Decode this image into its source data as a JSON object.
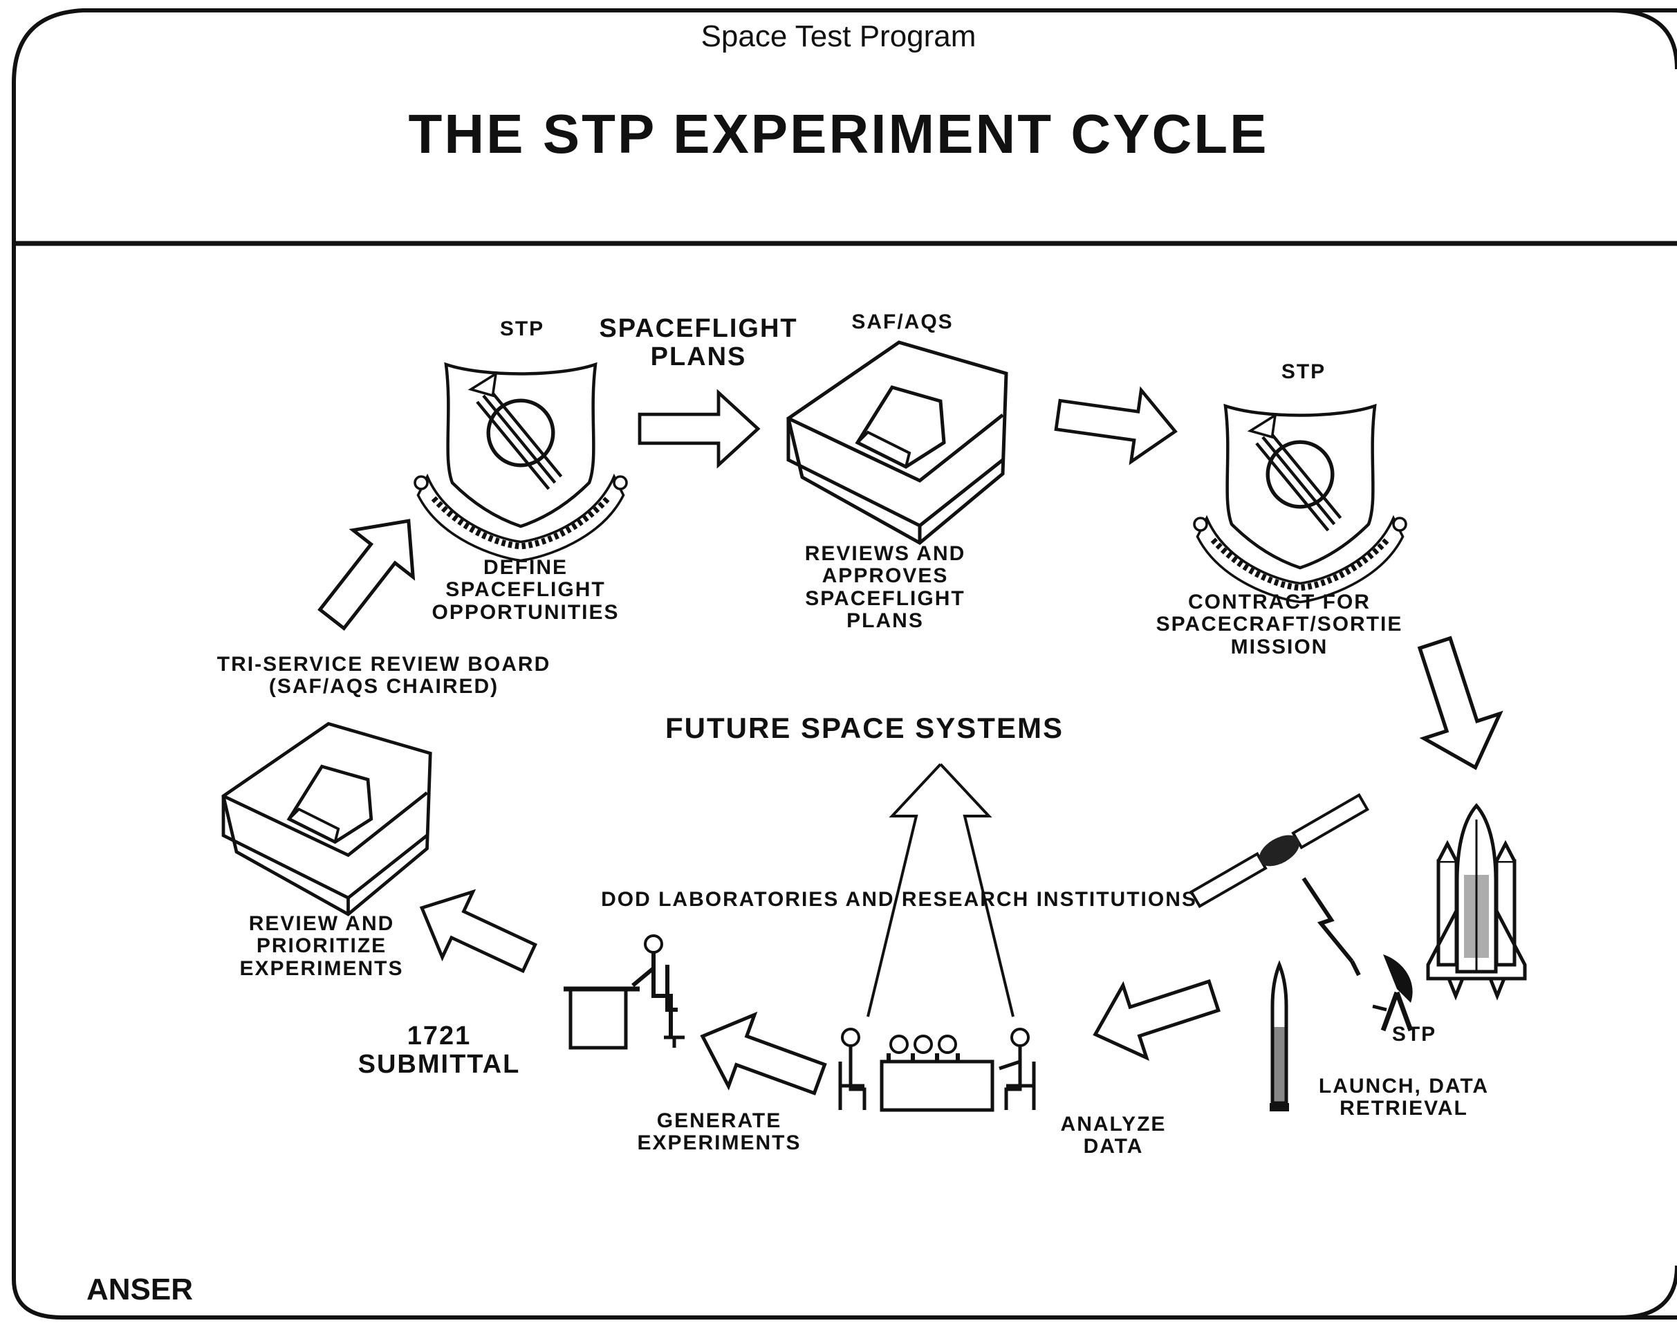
{
  "header": {
    "subtitle": "Space Test Program",
    "title": "THE STP EXPERIMENT CYCLE"
  },
  "footer": {
    "org": "ANSER"
  },
  "diagram": {
    "center_label": "FUTURE SPACE SYSTEMS",
    "labs_label": "DOD LABORATORIES AND RESEARCH INSTITUTIONS",
    "steps": {
      "stp_left": "STP",
      "spaceflight_plans": "SPACEFLIGHT\nPLANS",
      "saf_aqs": "SAF/AQS",
      "define": "DEFINE\nSPACEFLIGHT\nOPPORTUNITIES",
      "reviews": "REVIEWS AND\nAPPROVES\nSPACEFLIGHT\nPLANS",
      "stp_right": "STP",
      "contract": "CONTRACT FOR\nSPACECRAFT/SORTIE\nMISSION",
      "board": "TRI-SERVICE REVIEW BOARD\n(SAF/AQS CHAIRED)",
      "review": "REVIEW AND\nPRIORITIZE\nEXPERIMENTS",
      "submittal": "1721\nSUBMITTAL",
      "generate": "GENERATE\nEXPERIMENTS",
      "analyze": "ANALYZE\nDATA",
      "stp_bottom": "STP",
      "launch": "LAUNCH, DATA\nRETRIEVAL"
    }
  },
  "icons": [
    "shield-emblem-icon",
    "pentagon-icon",
    "satellite-icon",
    "space-shuttle-icon",
    "rocket-icon",
    "ground-antenna-icon",
    "desk-worker-icon",
    "conference-table-icon",
    "arrow-icon"
  ]
}
